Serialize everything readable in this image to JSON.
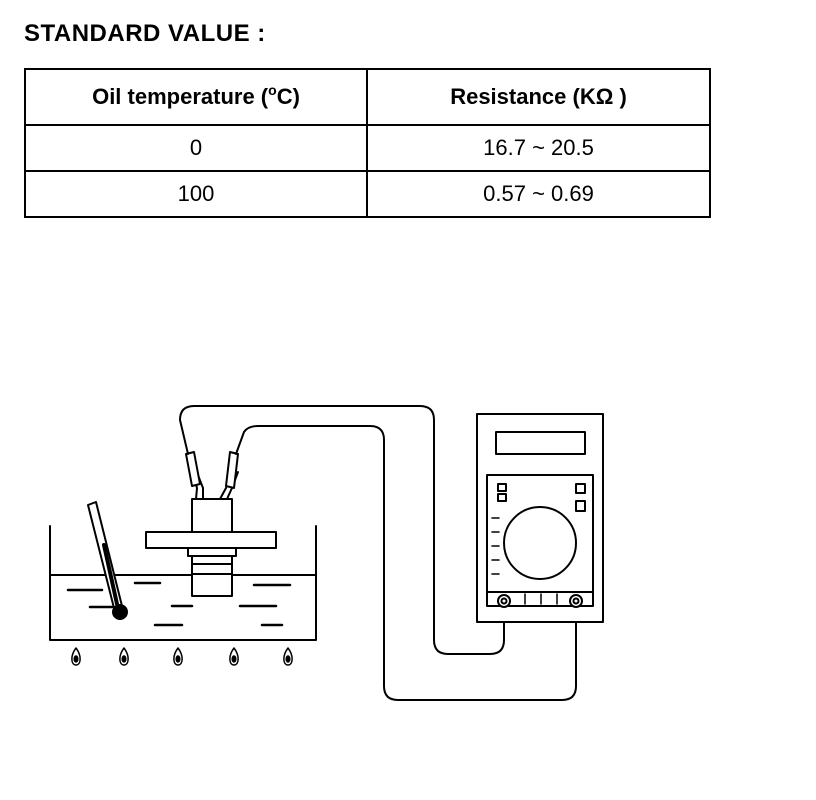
{
  "heading": "STANDARD VALUE :",
  "table": {
    "header": {
      "temp_prefix": "Oil temperature (",
      "temp_sup": "o",
      "temp_suffix": "C)",
      "resistance": "Resistance (KΩ )"
    },
    "rows": [
      {
        "temperature": "0",
        "resistance": "16.7 ~ 20.5"
      },
      {
        "temperature": "100",
        "resistance": "0.57 ~ 0.69"
      }
    ]
  },
  "diagram": {
    "components": [
      "oil-bath",
      "thermometer",
      "sensor",
      "multimeter",
      "burner-flames"
    ],
    "flame_count": 5
  }
}
